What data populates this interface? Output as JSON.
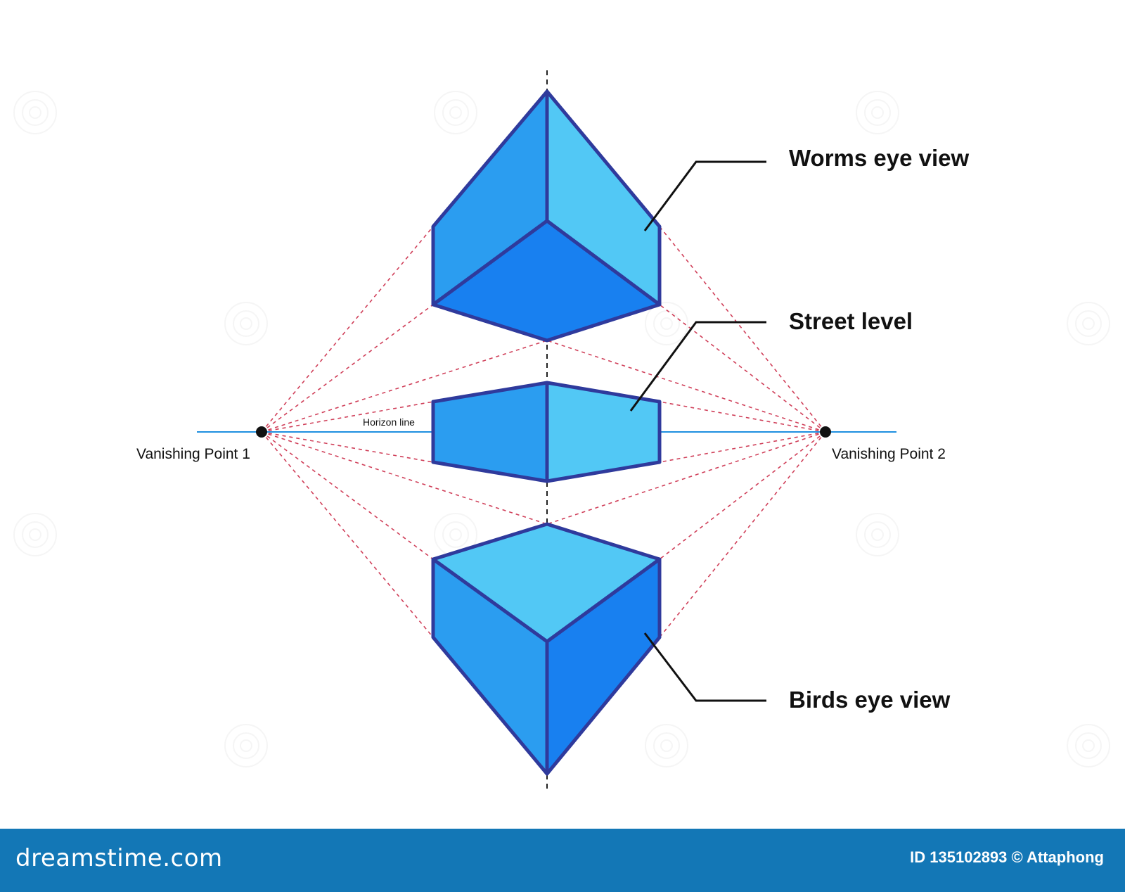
{
  "labels": {
    "worms_eye": "Worms eye view",
    "street_level": "Street level",
    "birds_eye": "Birds eye view",
    "vanishing_point_1": "Vanishing Point 1",
    "vanishing_point_2": "Vanishing Point 2",
    "horizon": "Horizon line"
  },
  "footer": {
    "brand": "dreamstime.com",
    "id_credit": "ID 135102893 © Attaphong"
  },
  "colors": {
    "face_light": "#52c8f5",
    "face_mid": "#2b9df0",
    "face_dark": "#1880f0",
    "outline": "#2f3a9c",
    "perspective_lines": "#d0405a",
    "horizon": "#1f8fe0",
    "footer_bg": "#1377b6"
  }
}
